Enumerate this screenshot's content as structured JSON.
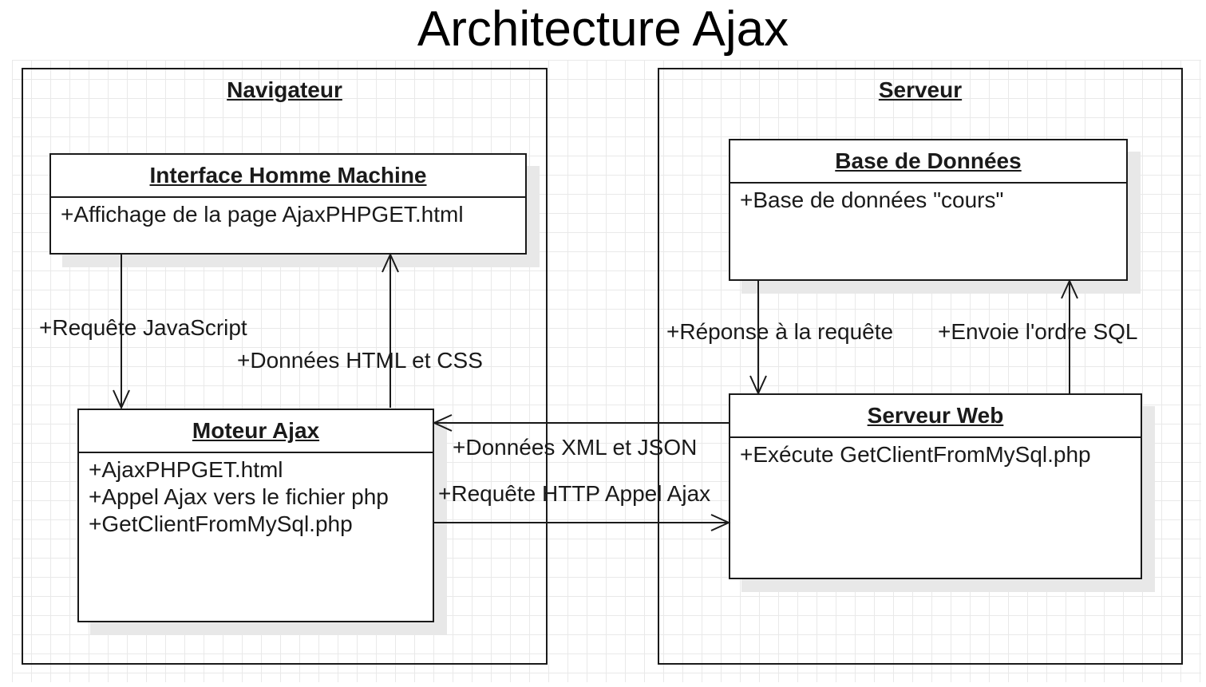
{
  "title": "Architecture Ajax",
  "packages": {
    "browser": {
      "name": "Navigateur"
    },
    "server": {
      "name": "Serveur"
    }
  },
  "classes": {
    "ihm": {
      "name": "Interface Homme Machine",
      "members": [
        "+Affichage de la page AjaxPHPGET.html"
      ]
    },
    "ajax": {
      "name": "Moteur Ajax",
      "members": [
        "+AjaxPHPGET.html",
        "+Appel Ajax vers le fichier php",
        "+GetClientFromMySql.php"
      ]
    },
    "db": {
      "name": "Base de Données",
      "members": [
        "+Base de données \"cours\""
      ]
    },
    "web": {
      "name": "Serveur Web",
      "members": [
        "+Exécute GetClientFromMySql.php"
      ]
    }
  },
  "edges": {
    "js_request": "+Requête JavaScript",
    "html_css": "+Données HTML et CSS",
    "xml_json": "+Données XML et JSON",
    "http_request": "+Requête HTTP Appel Ajax",
    "db_response": "+Réponse à la requête",
    "sql_order": "+Envoie l'ordre SQL"
  }
}
